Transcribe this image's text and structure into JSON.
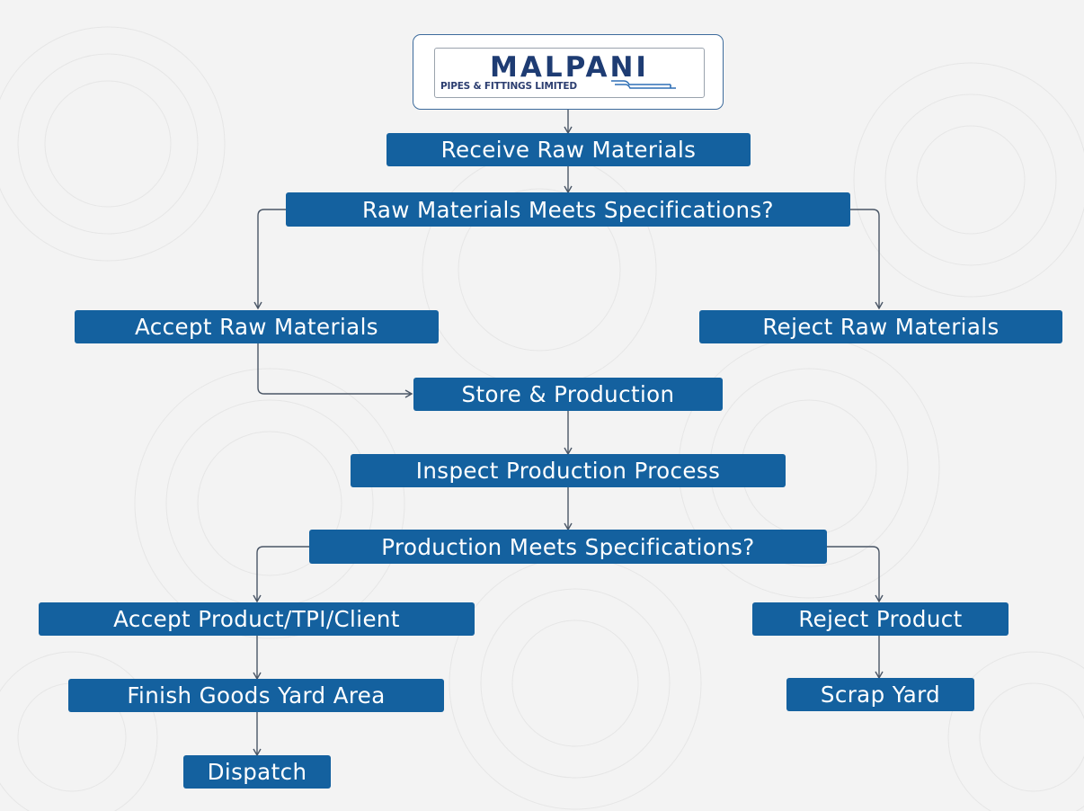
{
  "logo": {
    "wordmark": "MALPANI",
    "tagline": "PIPES & FITTINGS LIMITED"
  },
  "nodes": {
    "receive": "Receive Raw Materials",
    "raw_check": "Raw Materials Meets Specifications?",
    "accept_raw": "Accept Raw Materials",
    "reject_raw": "Reject Raw Materials",
    "store": "Store & Production",
    "inspect": "Inspect Production Process",
    "prod_check": "Production Meets Specifications?",
    "accept_product": "Accept Product/TPI/Client",
    "reject_product": "Reject Product",
    "finish_goods": "Finish Goods Yard Area",
    "scrap": "Scrap Yard",
    "dispatch": "Dispatch"
  },
  "colors": {
    "box": "#14619f",
    "box_text": "#ffffff",
    "connector": "#4a5666",
    "background": "#f3f3f3",
    "logo_navy": "#1e3c73"
  }
}
